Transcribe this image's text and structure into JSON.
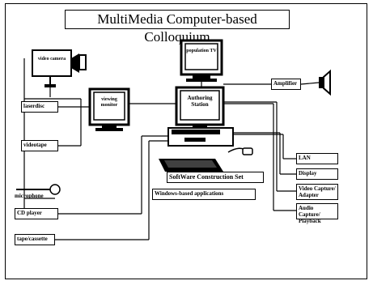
{
  "title": "MultiMedia  Computer-based Colloquium",
  "devices": {
    "video_camera": "video camera",
    "viewing_monitor": "viewing monitor",
    "population_tv": "population TV",
    "authoring_station": "Authoring Station",
    "amplifier": "Amplifier",
    "laserdisc": "laserdisc",
    "videotape": "videotape",
    "microphone": "microphone",
    "cd_player": "CD player",
    "tape_cassette": "tape/cassette"
  },
  "software": {
    "construction_set": "SoftWare Construction Set",
    "windows_apps": "Windows-based applications"
  },
  "outputs": {
    "lan": "LAN",
    "display": "Display",
    "video_capture": "Video Capture/ Adapter",
    "audio_capture": "Audio Capture/ Playback"
  }
}
